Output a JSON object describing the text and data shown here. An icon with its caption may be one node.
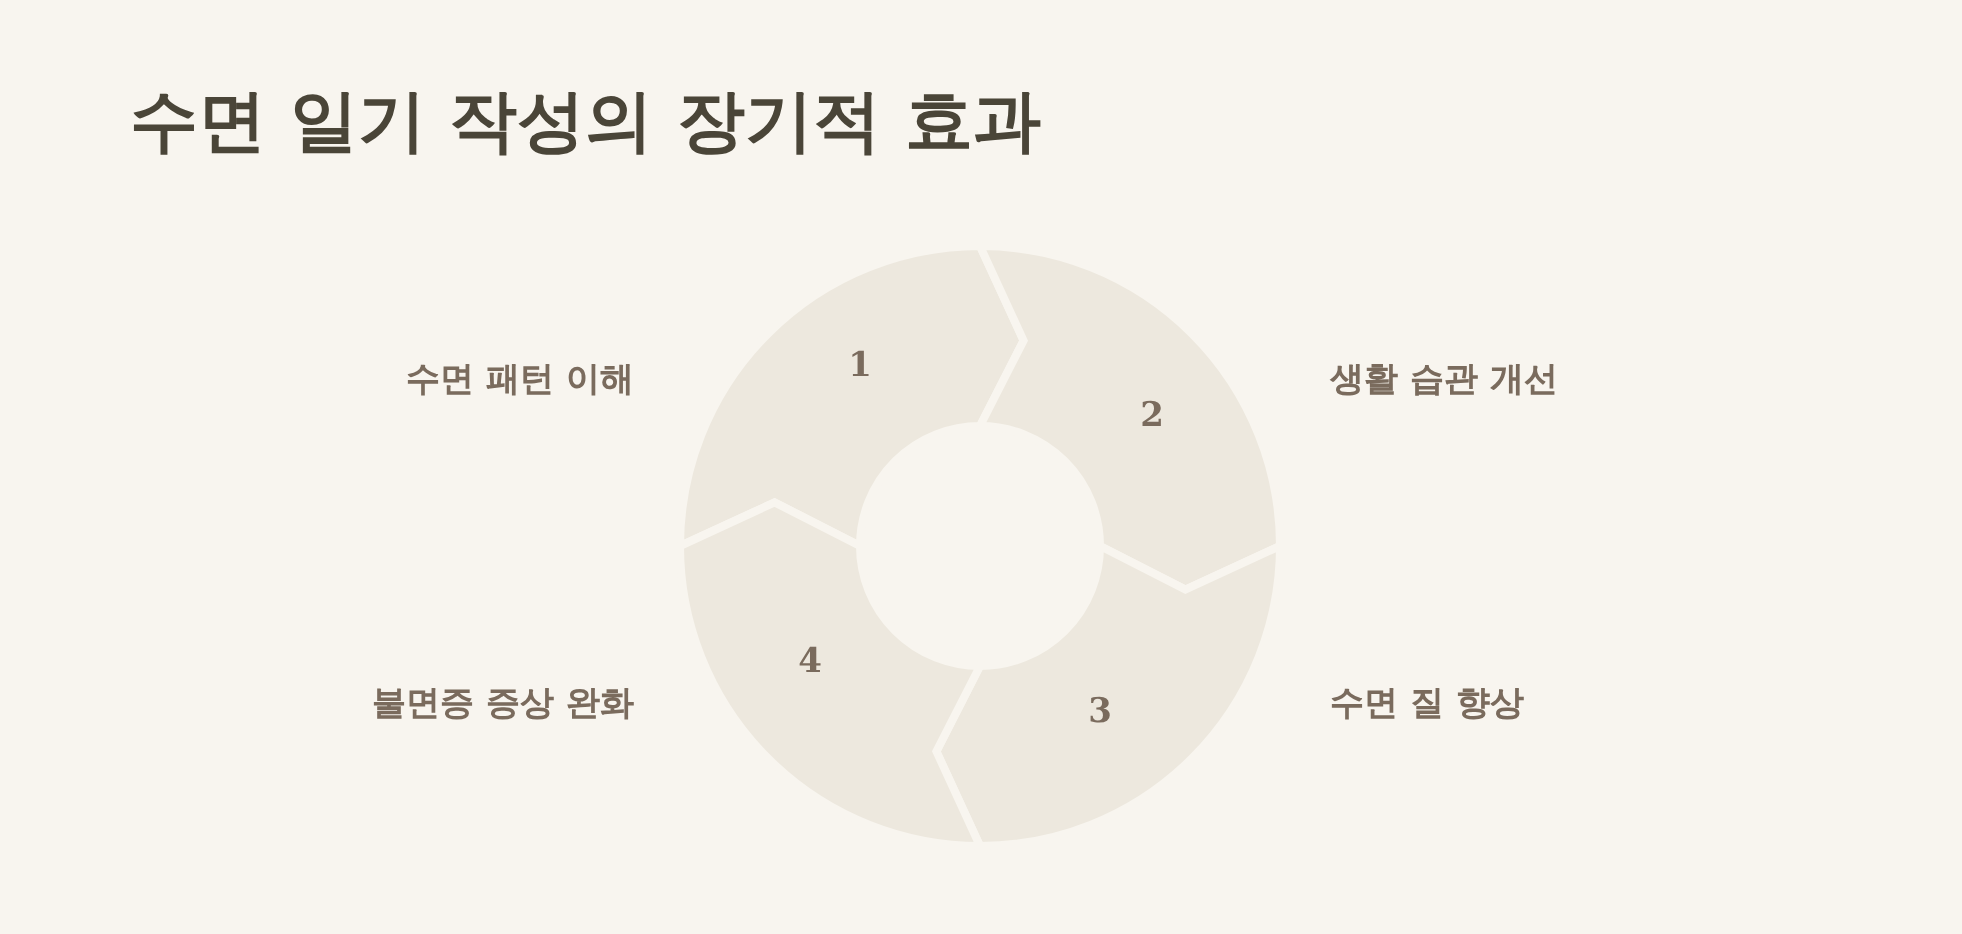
{
  "diagram": {
    "title": "수면 일기 작성의 장기적 효과",
    "nodes": [
      {
        "text": [
          "1"
        ],
        "beside": [
          "수면 패턴 이해"
        ]
      },
      {
        "text": [
          "2"
        ],
        "beside": [
          "생활 습관 개선"
        ]
      },
      {
        "text": [
          "3"
        ],
        "beside": [
          "수면 질 향상"
        ]
      },
      {
        "text": [
          "4"
        ],
        "beside": [
          "불면증 증상 완화"
        ]
      }
    ]
  }
}
